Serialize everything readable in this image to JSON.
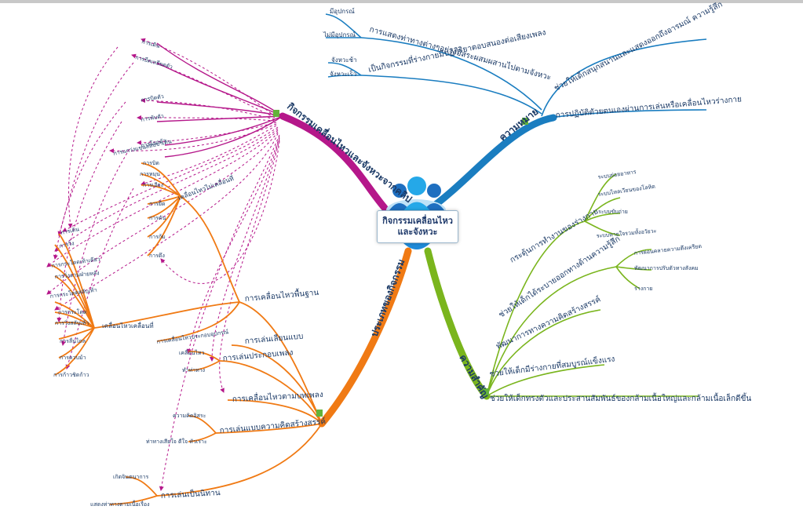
{
  "central_topic": "กิจกรรมเคลื่อนไหวและจังหวะ",
  "branches": {
    "meaning": {
      "label": "ความหมาย",
      "color": "#1a7dc0",
      "items": [
        "ช่วยให้เด็กสนุกสนานและแสดงออกถึงอารมณ์ ความรู้สึก",
        "การปฏิบัติตัวยตนเองผ่านการเล่นหรือเคลื่อนไหวร่างกาย",
        "การแสดงท่าทางต่างๆอย่างอิสระผสมผสานไปตามจังหวะ",
        "เป็นกิจกรรมที่ร่างกายมีปฏิกิริยาตอบสนองต่อเสียงเพลง"
      ],
      "sub_movement": [
        "มีอุปกรณ์",
        "ไม่มีอุปกรณ์"
      ],
      "sub_rhythm": [
        "จังหวะช้า",
        "จังหวะเร็ว"
      ]
    },
    "importance": {
      "label": "ความสำคัญ",
      "color": "#7ab51d",
      "items": [
        "กระตุ้นการทำงานของร่างกาย",
        "ช่วยให้เด็กได้ระบายออกทางด้านความรู้สึก",
        "พัฒนาการทางความคิดสร้างสรรค์",
        "ช่วยให้เด็กมีร่างกายที่สมบูรณ์แข็งแรง",
        "ช่วยให้เด็กทรงตัวและประสานสัมพันธ์ของกล้ามเนื้อใหญ่และกล้ามเนื้อเล็กดีขึ้น"
      ],
      "sub_body": [
        "ระบบย่อยอาหาร",
        "ระบบไหลเวียนของโลหิต",
        "ระบบขับถ่าย",
        "ระบบหายใจรวมทั้งอวัยวะ"
      ],
      "sub_feeling": [
        "การผ่อนคลายความตึงเครียด",
        "พัฒนาการปรับตัวทางสังคม",
        "ร่างกาย"
      ]
    },
    "types": {
      "label": "ประเภทของกิจกรรม",
      "color": "#f07a14",
      "basic": {
        "label": "การเคลื่อนไหวพื้นฐาน",
        "in_place": "เคลื่อนไหวไม่เคลื่อนที่",
        "in_place_items": [
          "การเอียง",
          "การยืด",
          "การดัน",
          "การก้ม",
          "การดึง",
          "การบิด",
          "การหมุน"
        ],
        "moving": "เคลื่อนไหวเคลื่อนที่",
        "moving_items": [
          "การเดิน",
          "การวิ่ง",
          "การกระโดดเท้าเดียว",
          "การกระโดดสลับเท้า",
          "การวิ่งตามฝ่ายหลัง",
          "การกระโดด",
          "การวิ่งสลับเท้า",
          "การลื่นไถล",
          "การควบม้า",
          "การก้าวชิดก้าว"
        ],
        "with_equipment": "การเคลื่อนไหวประกอบอุปกรณ์"
      },
      "imitation": "การเล่นเลียนแบบ",
      "song_play": {
        "label": "การเล่นประกอบเพลง",
        "items": [
          "เคลื่อนไหว",
          "ทำท่าทาง"
        ]
      },
      "song_movement": "การเคลื่อนไหวตามบทเพลง",
      "creative": {
        "label": "การเล่นแบบความคิดสร้างสรรค์",
        "items": [
          "ความคิดอิสระ",
          "ท่าทางเสียใจ ดีใจ หัวเราะ"
        ]
      },
      "story": {
        "label": "การเล่นเป็นนิทาน",
        "items": [
          "เกิดจินตนาการ",
          "แสดงท่าทางตามเนื้อเรื่อง"
        ]
      }
    },
    "activities": {
      "label": "กิจกรรมเคลื่อนไหวและจังหวะจากคลิป",
      "color": "#b5178a",
      "items": [
        "การเดิน",
        "การยืดเหยียดตัว",
        "การบิดตัว",
        "การพับตัว",
        "การโยกตัว",
        "การแกว่งแขนสลับขาเดิน"
      ]
    }
  }
}
